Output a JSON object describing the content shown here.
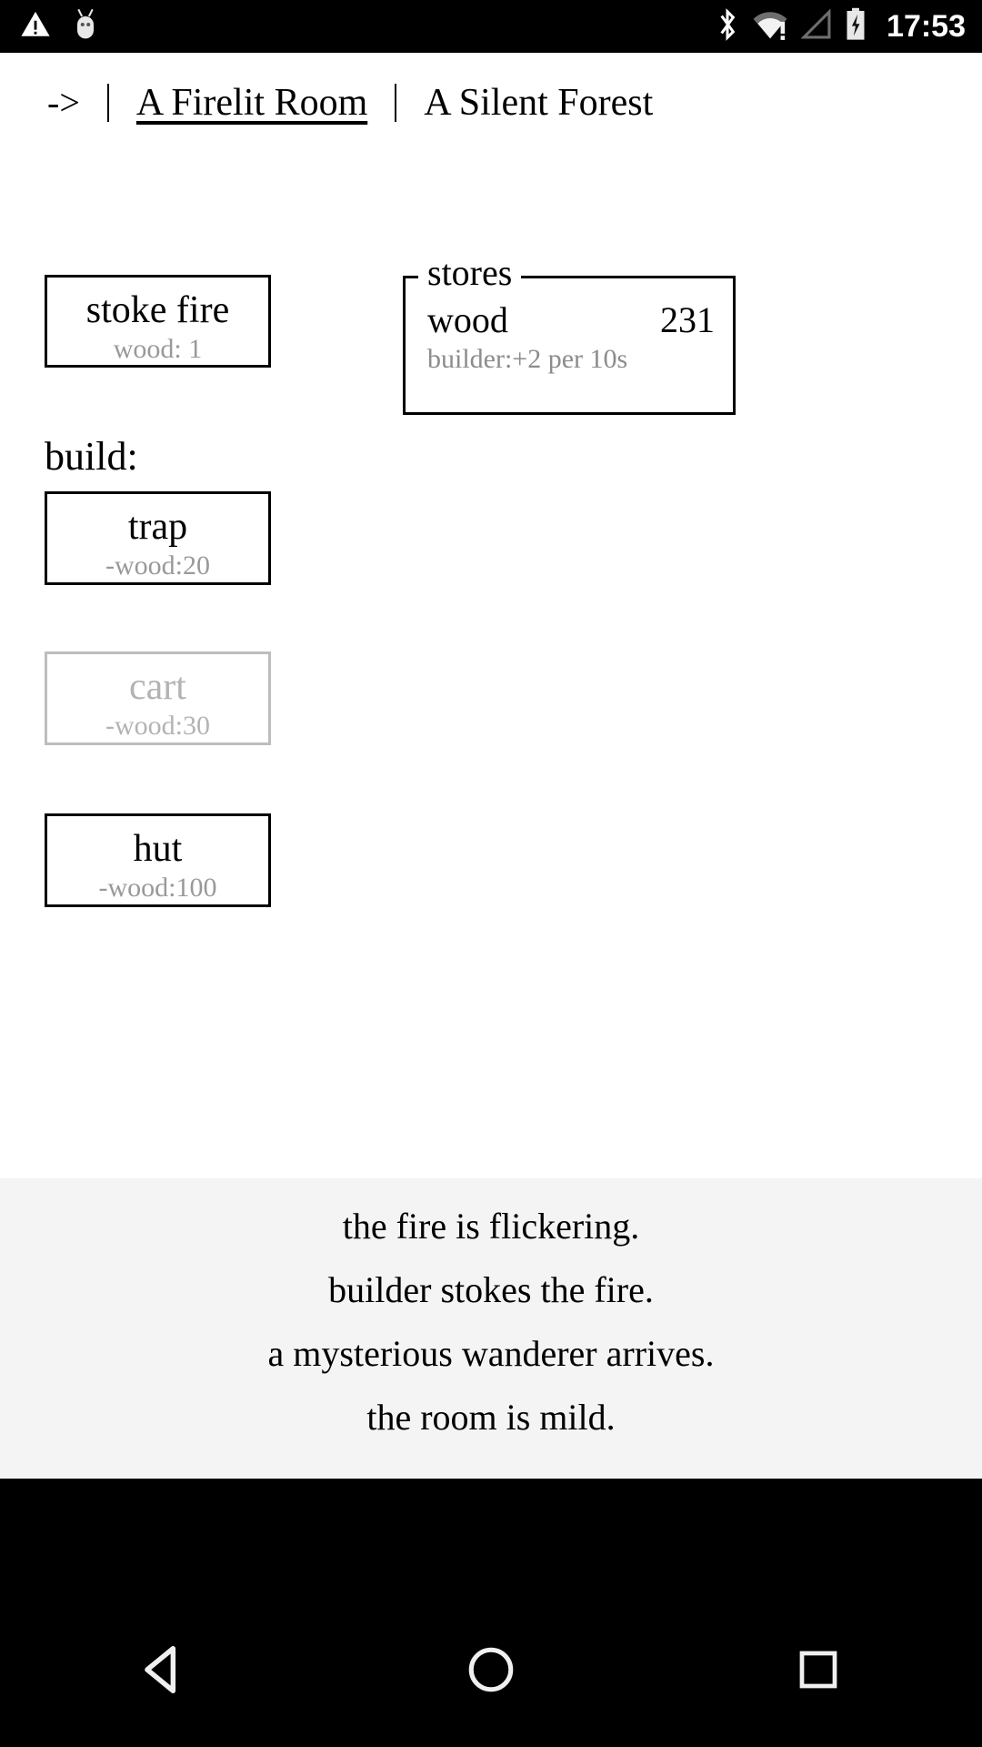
{
  "statusbar": {
    "time": "17:53",
    "icons_left": [
      "warning-triangle-icon",
      "android-debug-icon"
    ],
    "icons_right": [
      "bluetooth-icon",
      "wifi-warning-icon",
      "signal-no-service-icon",
      "battery-charging-icon"
    ]
  },
  "header": {
    "arrow": "->",
    "locations": [
      {
        "label": "A Firelit Room",
        "active": true
      },
      {
        "label": "A Silent Forest",
        "active": false
      }
    ]
  },
  "main": {
    "stoke_fire": {
      "title": "stoke fire",
      "cost": "wood: 1",
      "enabled": true
    },
    "build_label": "build:",
    "build_buttons": [
      {
        "title": "trap",
        "cost": "-wood:20",
        "enabled": true
      },
      {
        "title": "cart",
        "cost": "-wood:30",
        "enabled": false
      },
      {
        "title": "hut",
        "cost": "-wood:100",
        "enabled": true
      }
    ],
    "stores": {
      "legend": "stores",
      "rows": [
        {
          "name": "wood",
          "value": "231",
          "sub": "builder:+2 per 10s"
        }
      ]
    }
  },
  "notifications": [
    "the fire is flickering.",
    "builder stokes the fire.",
    "a mysterious wanderer arrives.",
    "the room is mild."
  ],
  "navbar": {
    "back": "back-triangle-icon",
    "home": "home-circle-icon",
    "recents": "recents-square-icon"
  },
  "colors": {
    "background": "#ffffff",
    "text": "#000000",
    "muted": "#999999",
    "disabled": "#b3b3b3",
    "panel": "#f4f4f4",
    "systembar": "#000000"
  }
}
